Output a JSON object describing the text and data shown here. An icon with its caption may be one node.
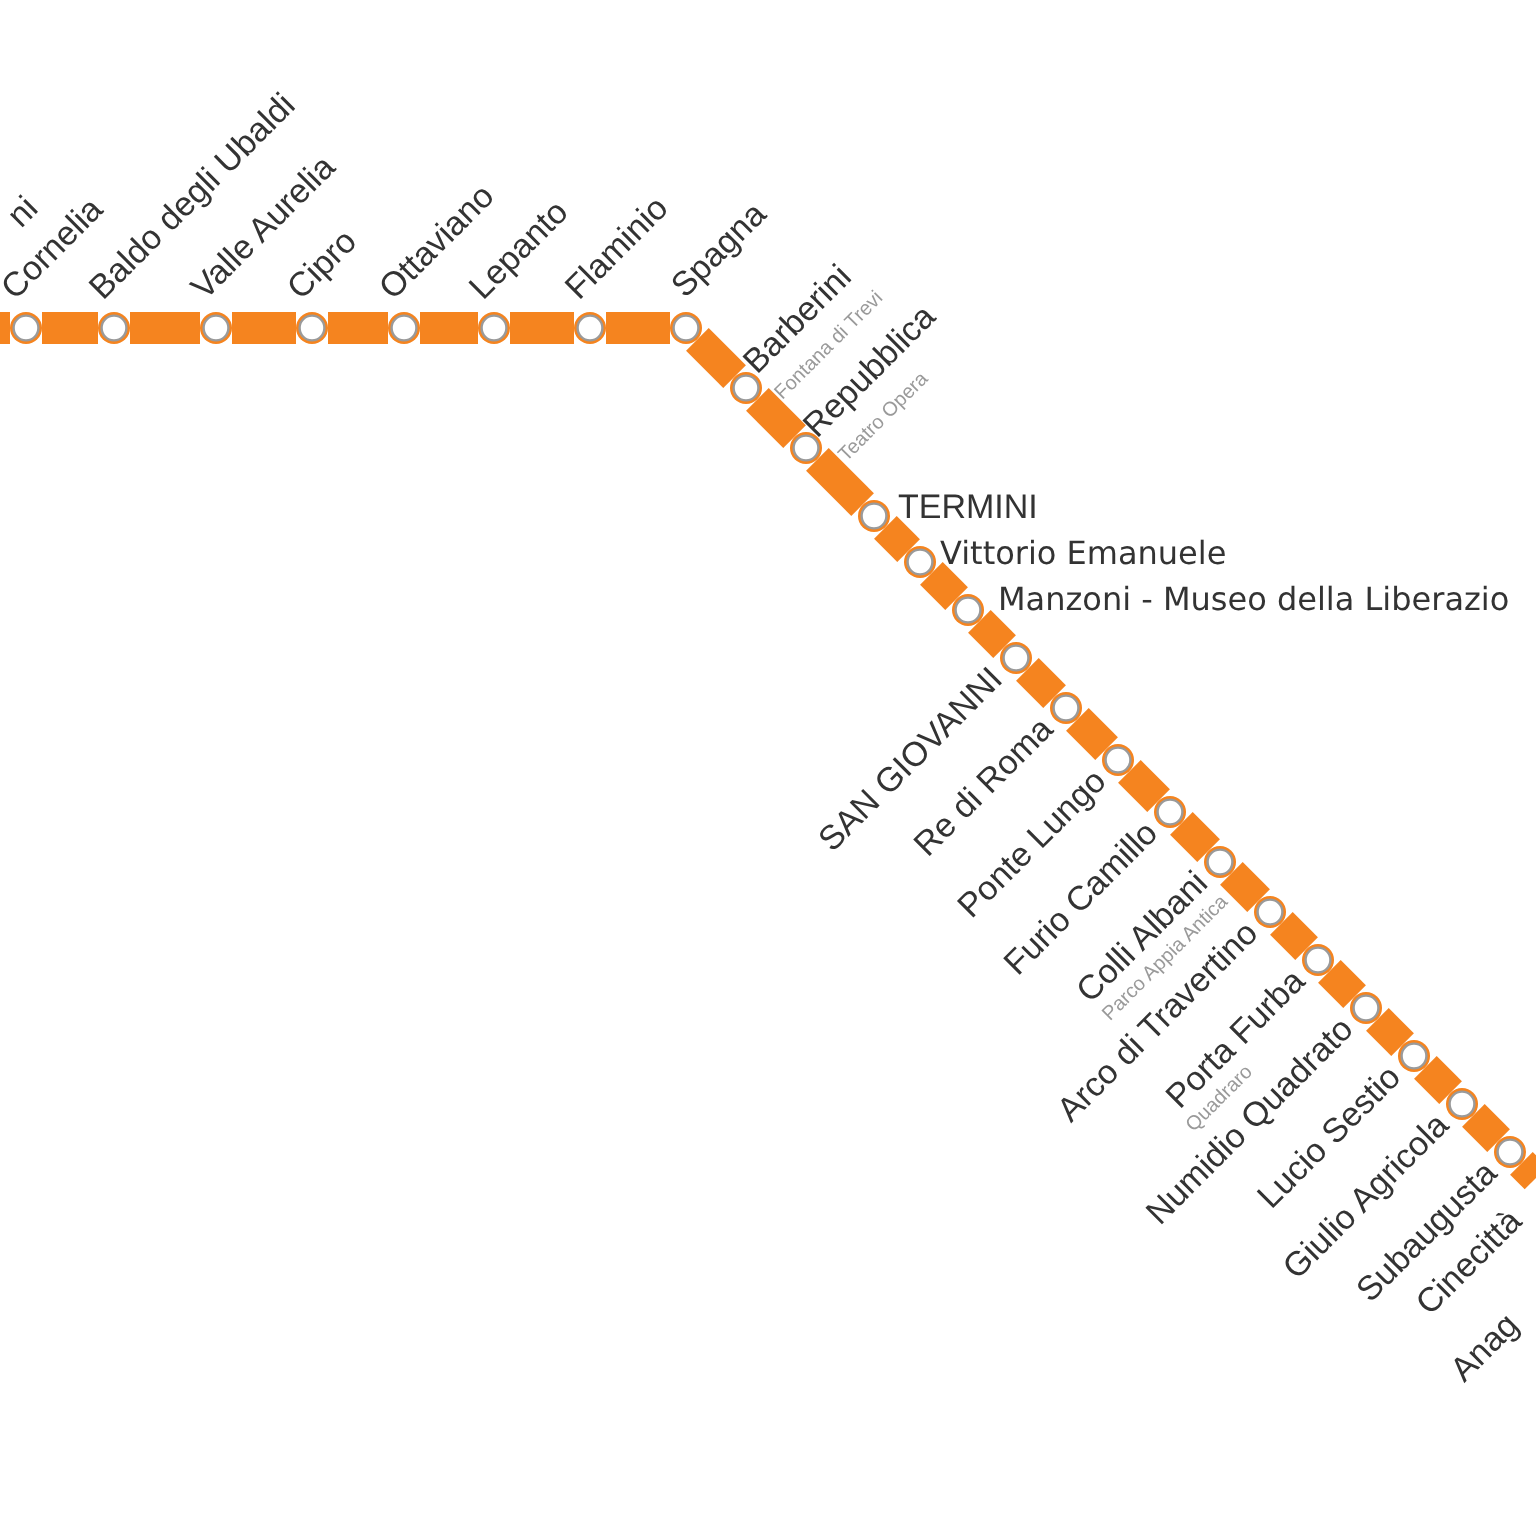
{
  "diagram": {
    "nodes": [
      {
        "text": [],
        "shape": "circle",
        "beside": [
          "Cornelia"
        ]
      },
      {
        "text": [],
        "shape": "circle",
        "beside": [
          "Baldo degli Ubaldi"
        ]
      },
      {
        "text": [],
        "shape": "circle",
        "beside": [
          "Valle Aurelia"
        ]
      },
      {
        "text": [],
        "shape": "circle",
        "beside": [
          "Cipro"
        ]
      },
      {
        "text": [],
        "shape": "circle",
        "beside": [
          "Ottaviano"
        ]
      },
      {
        "text": [],
        "shape": "circle",
        "beside": [
          "Lepanto"
        ]
      },
      {
        "text": [],
        "shape": "circle",
        "beside": [
          "Flaminio"
        ]
      },
      {
        "text": [],
        "shape": "circle",
        "beside": [
          "Spagna"
        ]
      },
      {
        "text": [],
        "shape": "circle",
        "beside": [
          "Barberini",
          "Fontana di Trevi"
        ]
      },
      {
        "text": [],
        "shape": "circle",
        "beside": [
          "Repubblica",
          "Teatro Opera"
        ]
      },
      {
        "text": [],
        "shape": "circle",
        "beside": [
          "TERMINI"
        ]
      },
      {
        "text": [],
        "shape": "circle",
        "beside": [
          "Vittorio Emanuele"
        ]
      },
      {
        "text": [],
        "shape": "circle",
        "beside": [
          "Manzoni - Museo della Liberazio"
        ]
      },
      {
        "text": [],
        "shape": "circle",
        "beside": [
          "SAN GIOVANNI"
        ]
      },
      {
        "text": [],
        "shape": "circle",
        "beside": [
          "Re di Roma"
        ]
      },
      {
        "text": [],
        "shape": "circle",
        "beside": [
          "Ponte Lungo"
        ]
      },
      {
        "text": [],
        "shape": "circle",
        "beside": [
          "Furio Camillo"
        ]
      },
      {
        "text": [],
        "shape": "circle",
        "beside": [
          "Colli Albani",
          "Parco Appia Antica"
        ]
      },
      {
        "text": [],
        "shape": "circle",
        "beside": [
          "Arco di Travertino"
        ]
      },
      {
        "text": [],
        "shape": "circle",
        "beside": [
          "Porta Furba",
          "Quadraro"
        ]
      },
      {
        "text": [],
        "shape": "circle",
        "beside": [
          "Numidio Quadrato"
        ]
      },
      {
        "text": [],
        "shape": "circle",
        "beside": [
          "Lucio Sestio"
        ]
      },
      {
        "text": [],
        "shape": "circle",
        "beside": [
          "Giulio Agricola"
        ]
      },
      {
        "text": [],
        "shape": "circle",
        "beside": [
          "Subaugusta"
        ]
      }
    ],
    "edges": [
      {
        "from": null,
        "to": 0,
        "arrow": "none"
      },
      {
        "from": 0,
        "to": 1,
        "arrow": "none"
      },
      {
        "from": 1,
        "to": 2,
        "arrow": "none"
      },
      {
        "from": 2,
        "to": 3,
        "arrow": "none"
      },
      {
        "from": 3,
        "to": 4,
        "arrow": "none"
      },
      {
        "from": 4,
        "to": 5,
        "arrow": "none"
      },
      {
        "from": 5,
        "to": 6,
        "arrow": "none"
      },
      {
        "from": 6,
        "to": 7,
        "arrow": "none"
      },
      {
        "from": 7,
        "to": 8,
        "arrow": "none"
      },
      {
        "from": 8,
        "to": 9,
        "arrow": "none"
      },
      {
        "from": 9,
        "to": 10,
        "arrow": "none"
      },
      {
        "from": 10,
        "to": 11,
        "arrow": "none"
      },
      {
        "from": 11,
        "to": 12,
        "arrow": "none"
      },
      {
        "from": 12,
        "to": 13,
        "arrow": "none"
      },
      {
        "from": 13,
        "to": 14,
        "arrow": "none"
      },
      {
        "from": 14,
        "to": 15,
        "arrow": "none"
      },
      {
        "from": 15,
        "to": 16,
        "arrow": "none"
      },
      {
        "from": 16,
        "to": 17,
        "arrow": "none"
      },
      {
        "from": 17,
        "to": 18,
        "arrow": "none"
      },
      {
        "from": 18,
        "to": 19,
        "arrow": "none"
      },
      {
        "from": 19,
        "to": 20,
        "arrow": "none"
      },
      {
        "from": 20,
        "to": 21,
        "arrow": "none"
      },
      {
        "from": 21,
        "to": 22,
        "arrow": "none"
      },
      {
        "from": 22,
        "to": 23,
        "arrow": "none"
      },
      {
        "from": 23,
        "to": null,
        "arrow": "none"
      }
    ],
    "labels": [
      "ni",
      "Cinecittà",
      "Anag"
    ]
  }
}
